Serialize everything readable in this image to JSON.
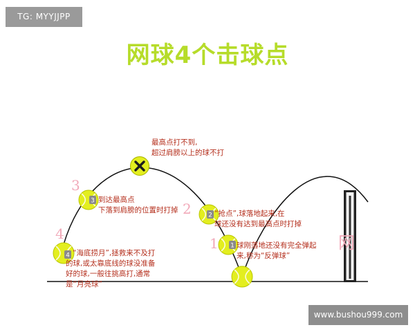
{
  "watermark_top": "TG: MYYJJPP",
  "watermark_bottom": "www.bushou999.com",
  "title": "网球4个击球点",
  "peak_note_line1": "最高点打不到,",
  "peak_note_line2": "超过肩膀以上的球不打",
  "points": [
    {
      "badge": "1",
      "hand_number": "1",
      "text_line1": "球刚落地还没有完全弹起",
      "text_line2": "来,称为“反弹球”"
    },
    {
      "badge": "2",
      "hand_number": "2",
      "text_line1": "“抢点”,球落地起来,在",
      "text_line2": "球还没有达到最高点时打掉"
    },
    {
      "badge": "3",
      "hand_number": "3",
      "text_line1": "到达最高点",
      "text_line2": "下落到肩膀的位置时打掉"
    },
    {
      "badge": "4",
      "hand_number": "4",
      "text_line1": "“海底捞月”,拯救来不及打",
      "text_line2": "的球,或太靠底线的球没准备",
      "text_line3": "好的球,一般往挑高打,通常",
      "text_line4": "是“月亮球”"
    }
  ],
  "net_label": "网",
  "colors": {
    "title": "#b6dc2a",
    "annotation": "#b5301e",
    "ball": "#e3ee1f",
    "badge": "#8a8a8a",
    "handwriting": "#f1a9b9"
  },
  "icons": [
    "x-icon",
    "tennis-ball-icon",
    "net-post-icon"
  ]
}
